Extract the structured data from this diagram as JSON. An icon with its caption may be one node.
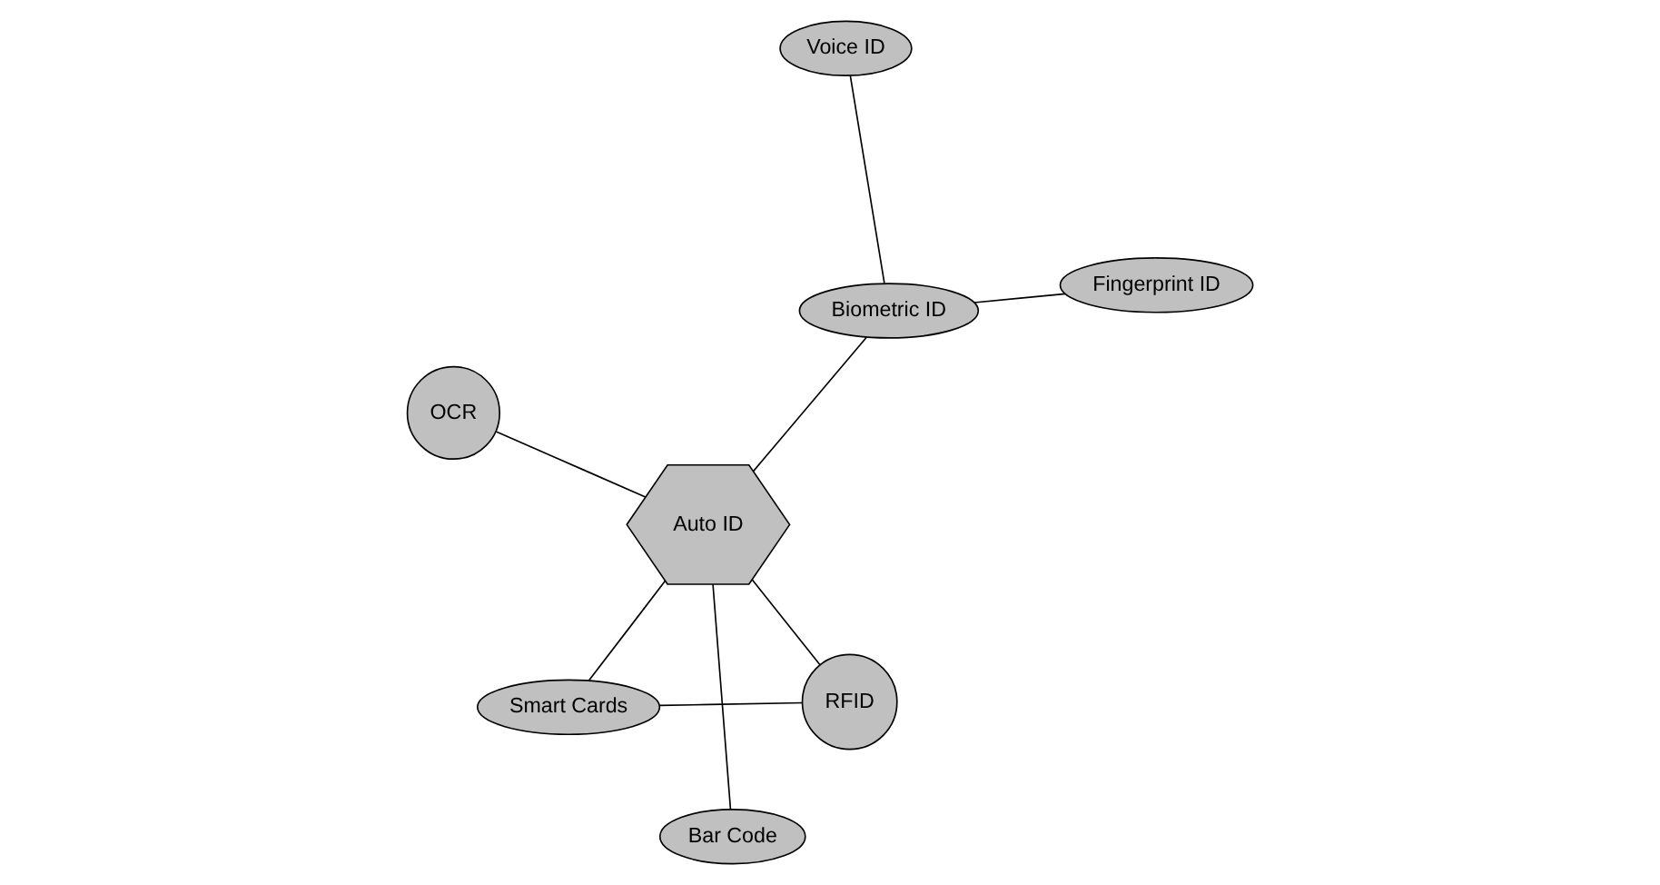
{
  "diagram": {
    "nodes": [
      {
        "text": [
          "OCR"
        ]
      },
      {
        "text": [
          "Fingerprint ID"
        ]
      },
      {
        "text": [
          "Bar Code"
        ]
      },
      {
        "text": [
          "Auto ID"
        ]
      },
      {
        "text": [
          "Biometric ID"
        ]
      },
      {
        "text": [
          "Voice ID"
        ]
      },
      {
        "text": [
          "Smart Cards"
        ]
      },
      {
        "text": [
          "RFID"
        ]
      }
    ],
    "edges": [
      {
        "from": 0,
        "to": 3,
        "arrow": "none"
      },
      {
        "from": 2,
        "to": 3,
        "arrow": "none"
      },
      {
        "from": 3,
        "to": 4,
        "arrow": "none"
      },
      {
        "from": 4,
        "to": 1,
        "arrow": "none"
      },
      {
        "from": 4,
        "to": 5,
        "arrow": "none"
      },
      {
        "from": 3,
        "to": 6,
        "arrow": "none"
      },
      {
        "from": 3,
        "to": 7,
        "arrow": "none"
      },
      {
        "from": 6,
        "to": 7,
        "arrow": "none"
      }
    ]
  }
}
